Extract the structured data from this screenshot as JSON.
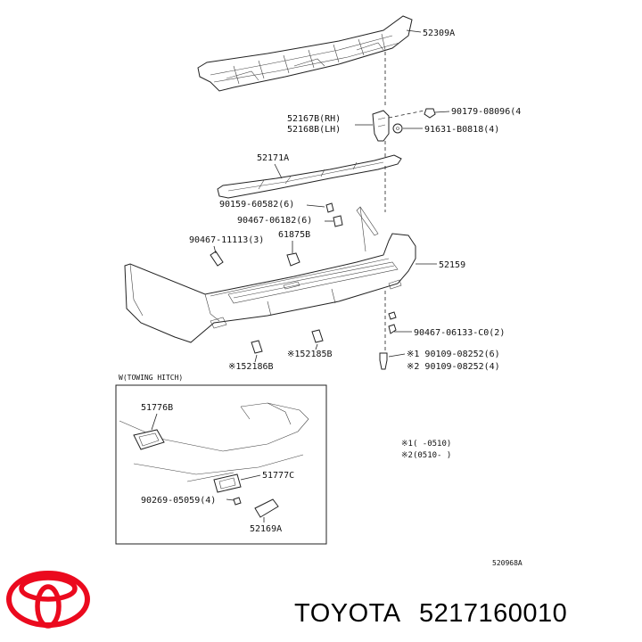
{
  "labels": {
    "p52309A": "52309A",
    "p52167B": "52167B(RH)",
    "p52168B": "52168B(LH)",
    "p90179": "90179-08096(4",
    "p91631": "91631-B0818(4)",
    "p52171A": "52171A",
    "p90159": "90159-60582(6)",
    "p90467a": "90467-06182(6)",
    "p90467b": "90467-11113(3)",
    "p61875B": "61875B",
    "p52159": "52159",
    "p90467c": "90467-06133-C0(2)",
    "p90109a": "※1 90109-08252(6)",
    "p90109b": "※2 90109-08252(4)",
    "p52186B": "※152186B",
    "p52185B": "※152185B",
    "inset_title": "W(TOWING HITCH)",
    "p51776B": "51776B",
    "p51777C": "51777C",
    "p90269": "90269-05059(4)",
    "p52169A": "52169A",
    "note1": "※1(      -0510)",
    "note2": "※2(0510-      )",
    "drawing_no": "520968A"
  },
  "brand": {
    "name": "TOYOTA",
    "part_number": "5217160010",
    "color": "#eb0a1e"
  }
}
